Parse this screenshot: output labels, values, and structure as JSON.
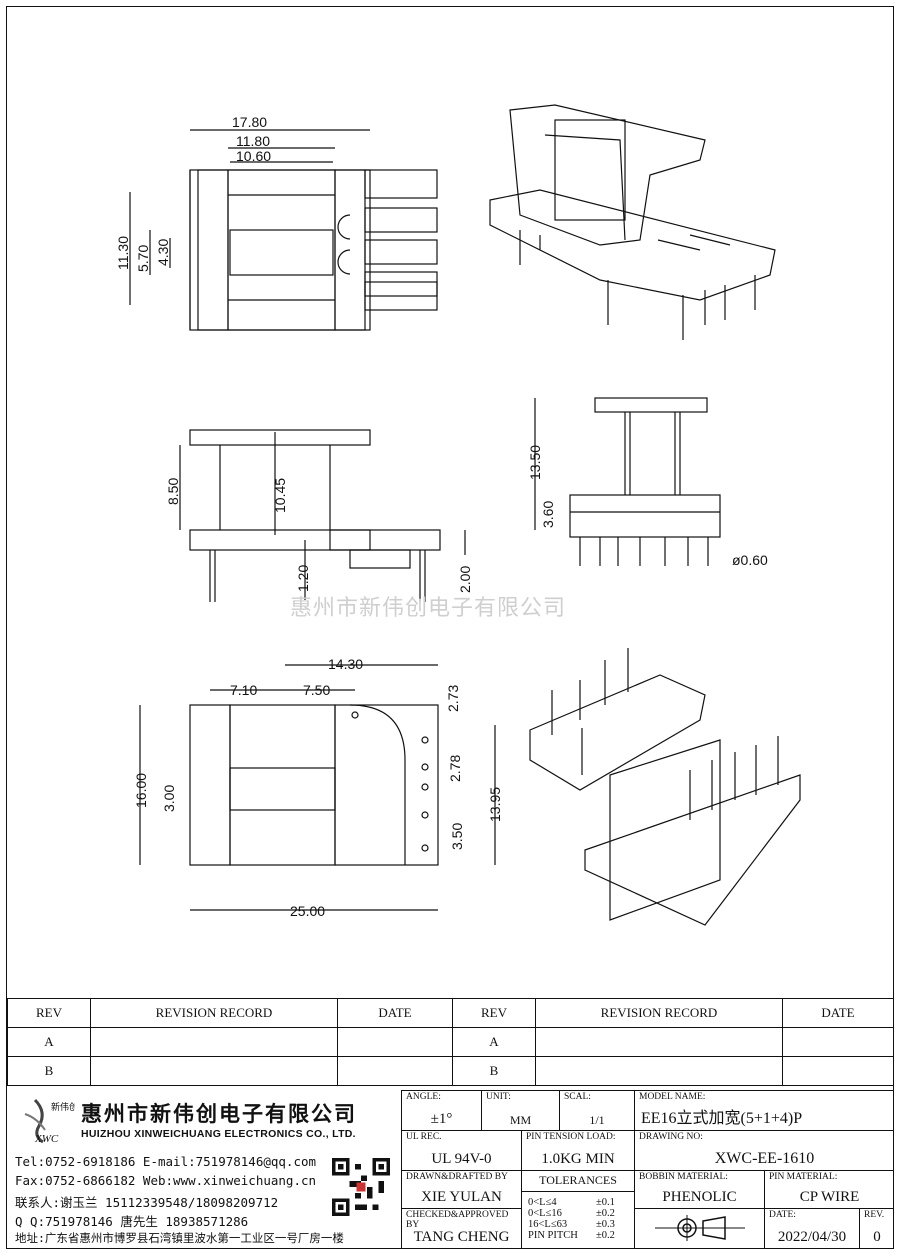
{
  "watermark": "惠州市新伟创电子有限公司",
  "dimensions": {
    "top_view": {
      "A": "17.80",
      "B": "11.80",
      "C": "10.60",
      "D": "11.30",
      "E": "5.70",
      "F": "4.30"
    },
    "front_view": {
      "G": "8.50",
      "H": "10.45",
      "I": "1.20",
      "J": "2.00"
    },
    "side_view": {
      "K": "13.50",
      "L": "3.60",
      "M": "ø0.60"
    },
    "bottom_view": {
      "N": "7.10",
      "P": "7.50",
      "O": "14.30",
      "Q": "2.73",
      "R": "16.00",
      "S": "3.00",
      "T": "2.78",
      "U": "13.95",
      "V": "3.50",
      "W": "25.00"
    }
  },
  "revision_table": {
    "headers": [
      "REV",
      "REVISION RECORD",
      "DATE",
      "REV",
      "REVISION RECORD",
      "DATE"
    ],
    "rows": [
      [
        "A",
        "",
        "",
        "A",
        "",
        ""
      ],
      [
        "B",
        "",
        "",
        "B",
        "",
        ""
      ]
    ]
  },
  "company": {
    "logo_text": "新伟创",
    "logo_abbr": "XWC",
    "name_cn": "惠州市新伟创电子有限公司",
    "name_en": "HUIZHOU XINWEICHUANG ELECTRONICS CO., LTD.",
    "tel_line": "Tel:0752-6918186 E-mail:751978146@qq.com",
    "fax_line": "Fax:0752-6866182 Web:www.xinweichuang.cn",
    "contact_line": "联系人:谢玉兰 15112339548/18098209712",
    "qq_line": "Q Q:751978146    唐先生 18938571286",
    "address_line": "地址:广东省惠州市博罗县石湾镇里波水第一工业区一号厂房一楼"
  },
  "title_block": {
    "angle_label": "ANGLE:",
    "angle_value": "±1°",
    "unit_label": "UNIT:",
    "unit_value": "MM",
    "scale_label": "SCAL:",
    "scale_value": "1/1",
    "model_label": "MODEL NAME:",
    "model_value": "EE16立式加宽(5+1+4)P",
    "ul_label": "UL REC.",
    "ul_value": "UL 94V-0",
    "tension_label": "PIN TENSION LOAD:",
    "tension_value": "1.0KG MIN",
    "drawing_label": "DRAWING NO:",
    "drawing_value": "XWC-EE-1610",
    "drawn_label": "DRAWN&DRAFTED BY",
    "drawn_value": "XIE YULAN",
    "tolerances_label": "TOLERANCES",
    "tol_rows": [
      [
        "0<L≤4",
        "±0.1"
      ],
      [
        "0<L≤16",
        "±0.2"
      ],
      [
        "16<L≤63",
        "±0.3"
      ],
      [
        "PIN PITCH",
        "±0.2"
      ]
    ],
    "bobbin_label": "BOBBIN MATERIAL:",
    "bobbin_value": "PHENOLIC",
    "pin_label": "PIN MATERIAL:",
    "pin_value": "CP WIRE",
    "checked_label": "CHECKED&APPROVED BY",
    "checked_value": "TANG CHENG",
    "date_label": "DATE:",
    "date_value": "2022/04/30",
    "rev_label": "REV.",
    "rev_value": "0"
  }
}
